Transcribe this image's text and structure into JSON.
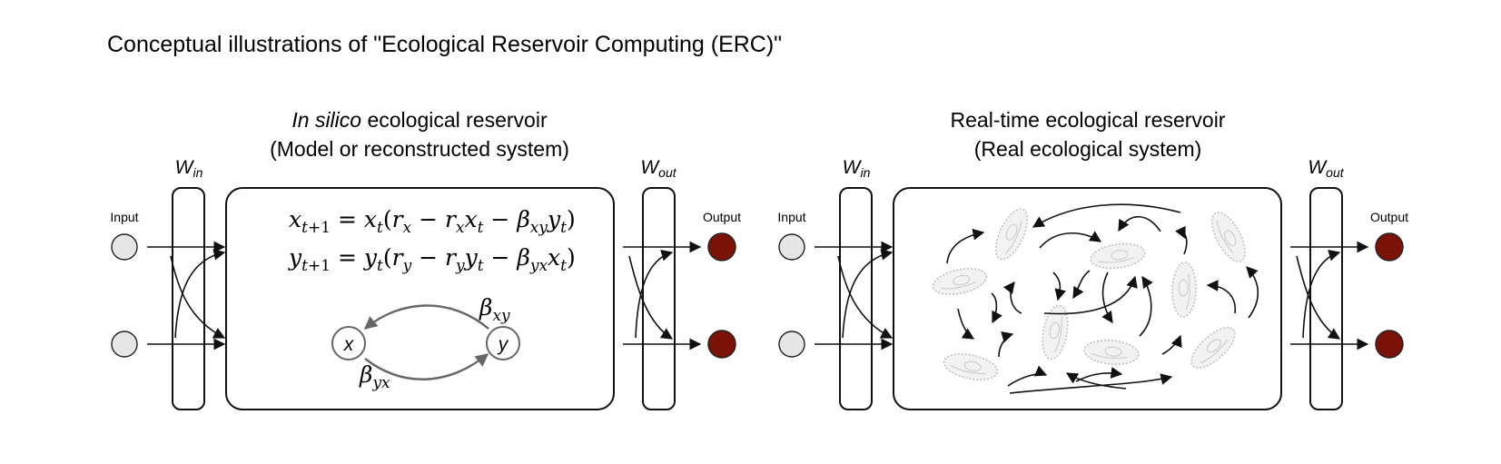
{
  "title": "Conceptual illustrations of \"Ecological Reservoir Computing (ERC)\"",
  "left_panel": {
    "heading_italic": "In silico",
    "heading_rest": " ecological reservoir",
    "subheading": "(Model or reconstructed system)",
    "input_label": "Input",
    "output_label": "Output",
    "w_in": {
      "main": "W",
      "sub": "in"
    },
    "w_out": {
      "main": "W",
      "sub": "out"
    },
    "equations": {
      "eq1": "x_{t+1} = x_t(r_x − r_x x_t − β_{xy} y_t)",
      "eq2": "y_{t+1} = y_t(r_y − r_y y_t − β_{yx} x_t)"
    },
    "network": {
      "node_x": "x",
      "node_y": "y",
      "beta_xy": {
        "main": "β",
        "sub": "xy"
      },
      "beta_yx": {
        "main": "β",
        "sub": "yx"
      }
    }
  },
  "right_panel": {
    "heading": "Real-time ecological reservoir",
    "subheading": "(Real ecological system)",
    "input_label": "Input",
    "output_label": "Output",
    "w_in": {
      "main": "W",
      "sub": "in"
    },
    "w_out": {
      "main": "W",
      "sub": "out"
    }
  },
  "colors": {
    "input_node": "#e6e6e6",
    "output_node": "#7a1208",
    "interaction_arrows": "#666666"
  }
}
